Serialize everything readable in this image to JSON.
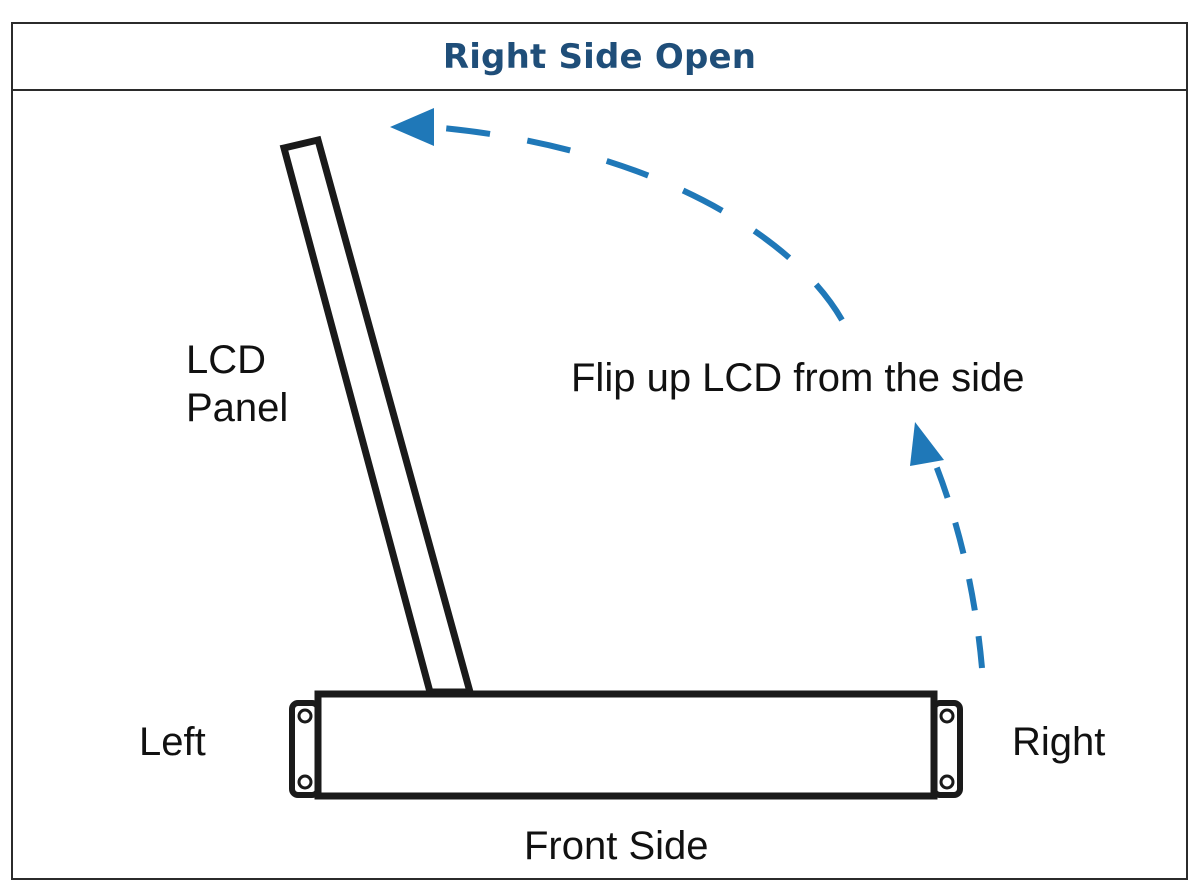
{
  "title": "Right Side Open",
  "labels": {
    "lcd_line1": "LCD",
    "lcd_line2": "Panel",
    "instruction": "Flip up LCD from the side",
    "left": "Left",
    "right": "Right",
    "front": "Front Side"
  },
  "colors": {
    "title": "#1f4e79",
    "arrow": "#1f78b8",
    "outline": "#1a1a1a"
  },
  "icons": {
    "arrow_upper": "dashed-arc-arrow-left",
    "arrow_lower": "dashed-arc-arrow-up"
  }
}
